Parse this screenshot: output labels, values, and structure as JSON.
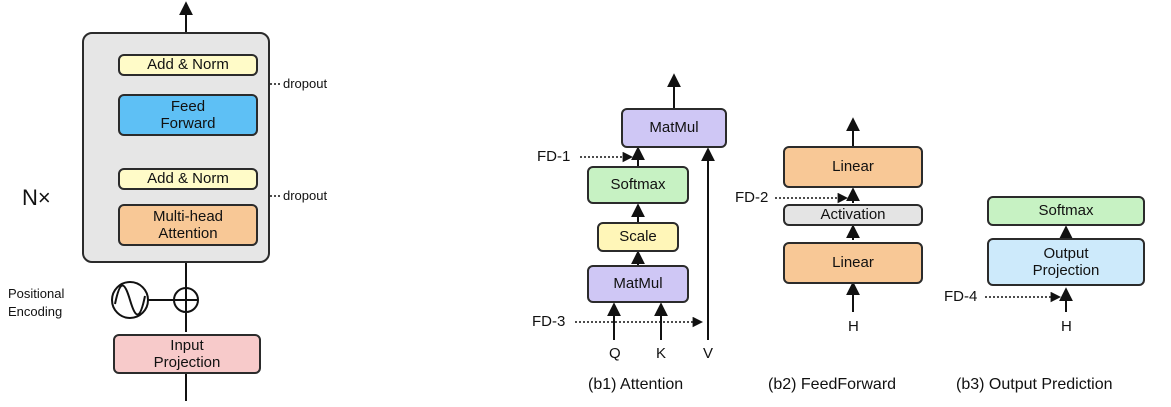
{
  "colors": {
    "norm": "#fffbc8",
    "feedforward": "#5ec0f5",
    "attention": "#f8c896",
    "input": "#f7caca",
    "matmul": "#cfc7f5",
    "scale": "#fff6b8",
    "softmax": "#c7f2c3",
    "linear": "#f8c896",
    "activation": "#e4e4e4",
    "output_projection": "#cdeafb"
  },
  "encoder": {
    "repeat_label": "N×",
    "add_norm_top": "Add & Norm",
    "feed_forward": "Feed\nForward",
    "add_norm_bottom": "Add & Norm",
    "multi_head_attention": "Multi-head\nAttention",
    "dropout_top": "dropout",
    "dropout_bottom": "dropout",
    "positional_encoding": "Positional\nEncoding",
    "input_projection": "Input\nProjection"
  },
  "attention": {
    "matmul_top": "MatMul",
    "softmax": "Softmax",
    "scale": "Scale",
    "matmul_bottom": "MatMul",
    "fd1": "FD-1",
    "fd3": "FD-3",
    "q": "Q",
    "k": "K",
    "v": "V",
    "caption": "(b1) Attention"
  },
  "feedforward": {
    "linear_top": "Linear",
    "activation": "Activation",
    "linear_bottom": "Linear",
    "fd2": "FD-2",
    "h": "H",
    "caption": "(b2) FeedForward"
  },
  "output": {
    "softmax": "Softmax",
    "output_projection": "Output\nProjection",
    "fd4": "FD-4",
    "h": "H",
    "caption": "(b3) Output Prediction"
  }
}
